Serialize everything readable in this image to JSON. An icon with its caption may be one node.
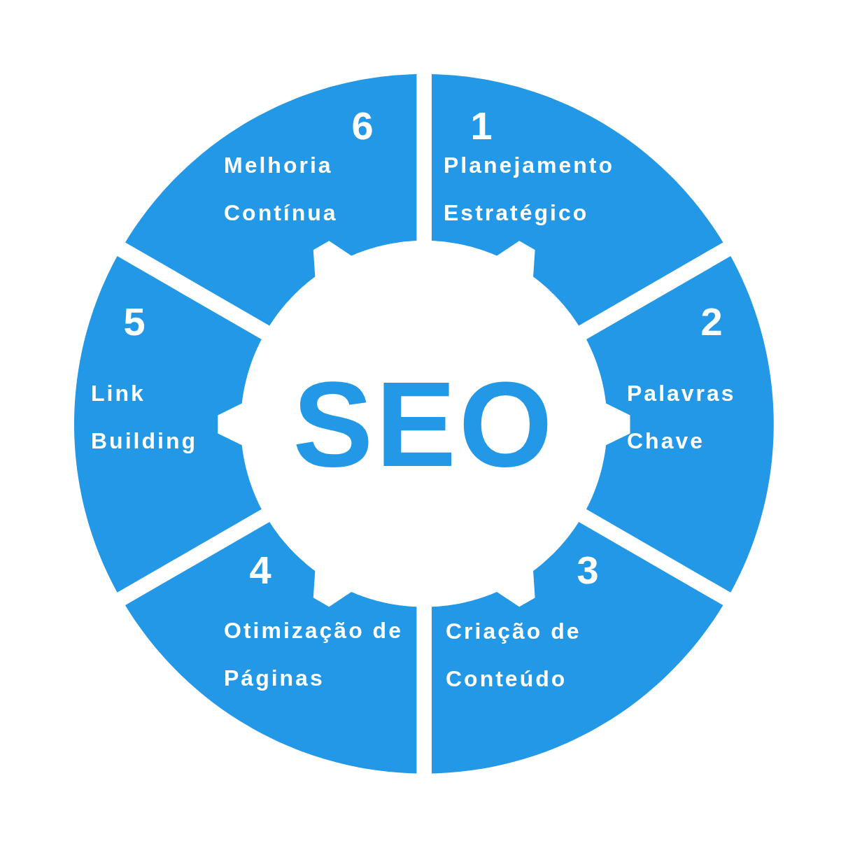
{
  "diagram": {
    "nodes": [
      {
        "text": [
          "1",
          "Planejamento Estratégico"
        ]
      },
      {
        "text": [
          "2",
          "Palavras Chave"
        ]
      },
      {
        "text": [
          "3",
          "Criação de Conteúdo"
        ]
      },
      {
        "text": [
          "4",
          "Otimização de Páginas"
        ]
      },
      {
        "text": [
          "5",
          "Link Building"
        ]
      },
      {
        "text": [
          "6",
          "Melhoria Contínua"
        ]
      },
      {
        "text": [
          "SEO"
        ]
      }
    ]
  }
}
